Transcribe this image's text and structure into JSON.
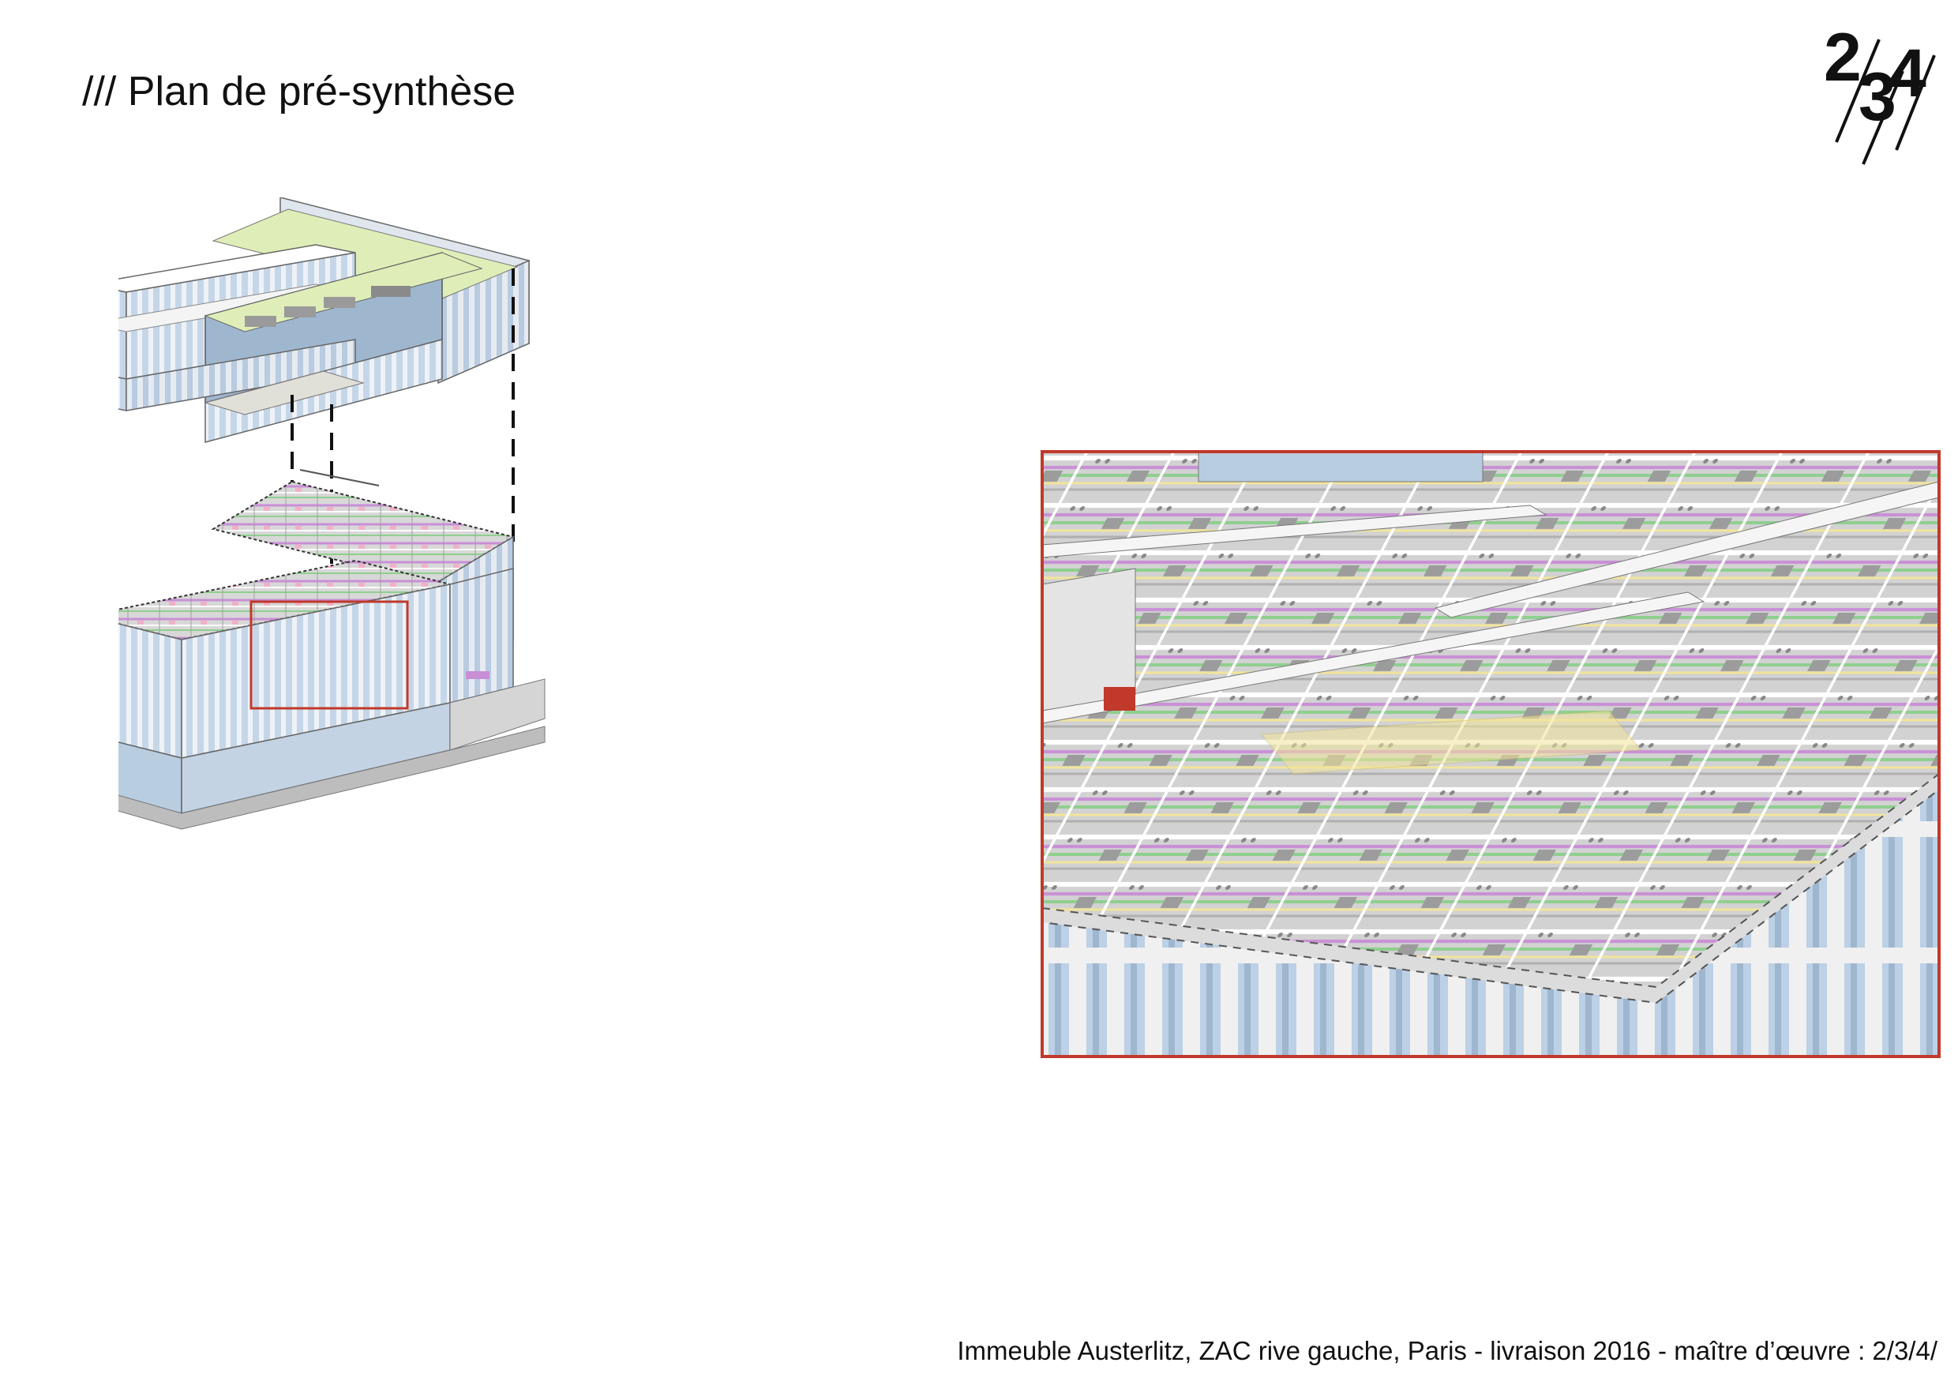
{
  "page": {
    "title": "/// Plan de pré-synthèse",
    "caption": "Immeuble Austerlitz, ZAC rive gauche, Paris - livraison 2016 - maître d’œuvre : 2/3/4/"
  },
  "logo": {
    "text": "2/3/4/"
  },
  "colors": {
    "highlight_frame": "#c0392b",
    "roof_green": "#dfeeb8",
    "facade_blue": "#b9cde0",
    "duct_pink": "#c98fd6",
    "duct_green": "#8fcf8f",
    "duct_yellow": "#f2e49a",
    "slab_grey": "#cfcfcf"
  }
}
